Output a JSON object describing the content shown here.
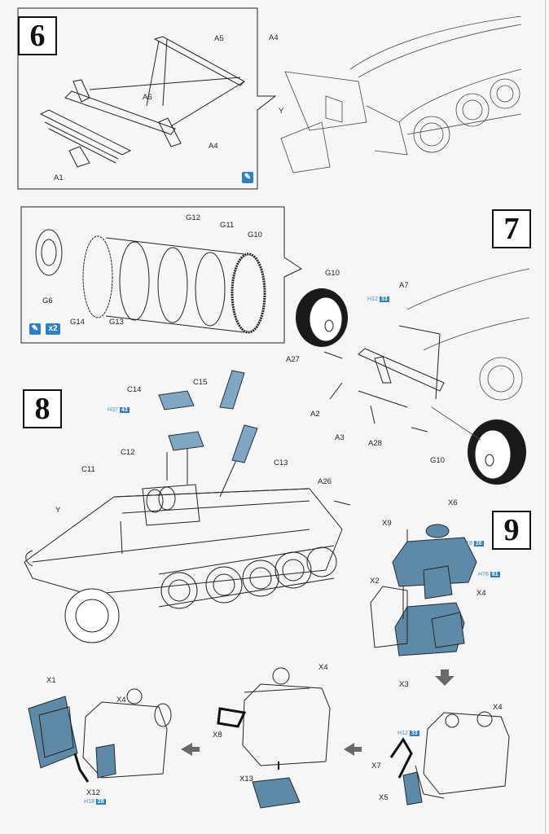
{
  "step6": {
    "number": "6",
    "labels": {
      "a5": "A5",
      "a6": "A6",
      "a4_left": "A4",
      "a1": "A1",
      "a4_right": "A4",
      "y": "Y"
    }
  },
  "step7": {
    "number": "7",
    "labels": {
      "g12": "G12",
      "g11": "G11",
      "g10_detail": "G10",
      "g6": "G6",
      "g14": "G14",
      "g13": "G13",
      "g10_top": "G10",
      "a7": "A7",
      "a27": "A27",
      "a2": "A2",
      "a3": "A3",
      "a28": "A28",
      "g10_bottom": "G10"
    },
    "multiplier": "x2",
    "paint_ref": {
      "prefix": "H",
      "code": "12",
      "num": "33"
    }
  },
  "step8": {
    "number": "8",
    "labels": {
      "c14": "C14",
      "c15": "C15",
      "c12": "C12",
      "c13": "C13",
      "c11": "C11",
      "y": "Y",
      "a26": "A26"
    },
    "paint_ref": {
      "prefix": "H",
      "code": "37",
      "num": "43"
    }
  },
  "step9": {
    "number": "9",
    "labels": {
      "x9": "X9",
      "x6": "X6",
      "x2": "X2",
      "x4": "X4",
      "x3": "X3",
      "x1": "X1",
      "x4_b": "X4",
      "x12": "X12",
      "x8": "X8",
      "x4_c": "X4",
      "x13": "X13",
      "x4_d": "X4",
      "x7": "X7",
      "x5": "X5"
    },
    "paint_refs": {
      "x6": {
        "prefix": "H",
        "code": "18",
        "num": "28"
      },
      "x4": {
        "prefix": "H",
        "code": "76",
        "num": "61"
      },
      "x12": {
        "prefix": "H",
        "code": "18",
        "num": "28"
      },
      "x7": {
        "prefix": "H",
        "code": "12",
        "num": "33"
      }
    }
  },
  "colors": {
    "parts_blue": "#7fa7c4",
    "paint_tag": "#2e7fc4",
    "tire": "#1a1a1a"
  }
}
